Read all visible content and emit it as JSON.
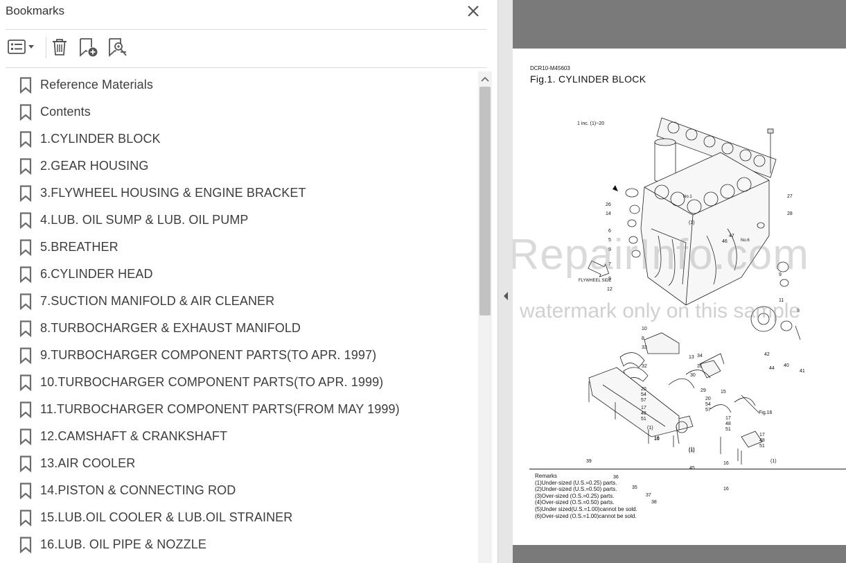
{
  "panel": {
    "title": "Bookmarks",
    "toolbar": {
      "options_icon": "list-options-icon",
      "delete_icon": "trash-icon",
      "new_bookmark_icon": "add-bookmark-icon",
      "find_bookmark_icon": "find-bookmark-icon"
    }
  },
  "bookmarks": [
    {
      "label": "Reference Materials"
    },
    {
      "label": "Contents"
    },
    {
      "label": "1.CYLINDER BLOCK"
    },
    {
      "label": "2.GEAR HOUSING"
    },
    {
      "label": "3.FLYWHEEL HOUSING & ENGINE BRACKET"
    },
    {
      "label": "4.LUB. OIL SUMP & LUB. OIL PUMP"
    },
    {
      "label": "5.BREATHER"
    },
    {
      "label": "6.CYLINDER HEAD"
    },
    {
      "label": "7.SUCTION MANIFOLD & AIR CLEANER"
    },
    {
      "label": "8.TURBOCHARGER & EXHAUST MANIFOLD"
    },
    {
      "label": "9.TURBOCHARGER COMPONENT PARTS(TO APR. 1997)"
    },
    {
      "label": "10.TURBOCHARGER COMPONENT PARTS(TO APR. 1999)"
    },
    {
      "label": "11.TURBOCHARGER COMPONENT PARTS(FROM MAY 1999)"
    },
    {
      "label": "12.CAMSHAFT & CRANKSHAFT"
    },
    {
      "label": "13.AIR COOLER"
    },
    {
      "label": "14.PISTON & CONNECTING ROD"
    },
    {
      "label": "15.LUB.OIL COOLER & LUB.OIL STRAINER"
    },
    {
      "label": "16.LUB. OIL PIPE & NOZZLE"
    }
  ],
  "document": {
    "code": "DCR10-M45603",
    "title": "Fig.1.  CYLINDER BLOCK",
    "drawing_note": "1 inc. (1)~20",
    "flywheel_label": "FLYWHEEL SIDE",
    "cylinder_labels": [
      "No.1",
      "No.6"
    ],
    "callouts": [
      "27",
      "28",
      "26",
      "14",
      "(1)",
      "6",
      "5",
      "9",
      "47",
      "46",
      "7",
      "9",
      "9",
      "12",
      "11",
      "9",
      "10",
      "8",
      "33",
      "13",
      "34",
      "42",
      "32",
      "31",
      "30",
      "44",
      "40",
      "41",
      "29",
      "15",
      "20",
      "54",
      "57",
      "17",
      "48",
      "51",
      "20",
      "54",
      "57",
      "(1)",
      "16",
      "(1)",
      "17",
      "48",
      "51",
      "Fig.16",
      "(1)",
      "(1)",
      "16",
      "17",
      "48",
      "51",
      "45",
      "39",
      "36",
      "35",
      "37",
      "38",
      "16",
      "16"
    ],
    "remarks_title": "Remarks",
    "remarks": [
      "(1)Under-sized (U.S.=0.25) parts.",
      "(2)Under-sized (U.S.=0.50) parts.",
      "(3)Over-sized (O.S.=0.25) parts.",
      "(4)Over-sized (O.S.=0.50) parts.",
      "(5)Under sized(U.S.=1.00)cannot be sold.",
      "(6)Over-sized (O.S.=1.00)cannot be sold."
    ],
    "watermark_main": "eRepairInfo.com",
    "watermark_sub": "watermark only on this sample"
  }
}
